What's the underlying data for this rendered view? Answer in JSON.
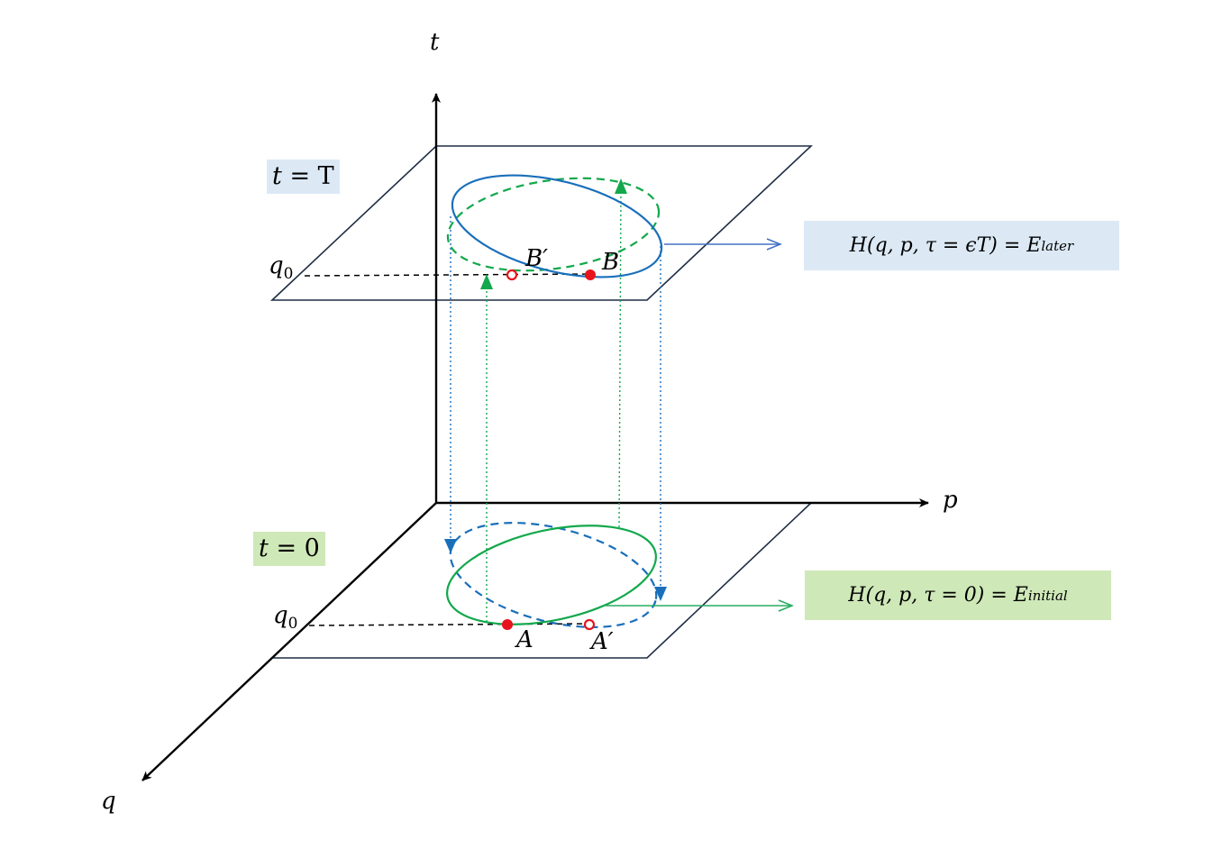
{
  "axes": {
    "t": "t",
    "p": "p",
    "q": "q"
  },
  "planes": {
    "top": {
      "tag_var": "t",
      "tag_rest": " = T",
      "tag_bg": "#dce9f5",
      "q0_var": "q",
      "q0_sub": "0"
    },
    "bottom": {
      "tag_var": "t",
      "tag_rest": " = 0",
      "tag_bg": "#cfe8b8",
      "q0_var": "q",
      "q0_sub": "0"
    }
  },
  "points": {
    "B": "B",
    "B_prime": "B′",
    "A": "A",
    "A_prime": "A′"
  },
  "equations": {
    "later": {
      "main": "H(q, p, τ = ϵT) = E",
      "sub": "later",
      "bg": "#dce9f5"
    },
    "initial": {
      "main": "H(q, p, τ = 0) = E",
      "sub": "initial",
      "bg": "#cfe8b8"
    }
  },
  "colors": {
    "blue": "#1a6fba",
    "green": "#12a84b",
    "red": "#e8141b",
    "plane_edge": "#1f2d44",
    "arrow_blue": "#4472c4",
    "arrow_green": "#27ae60"
  }
}
